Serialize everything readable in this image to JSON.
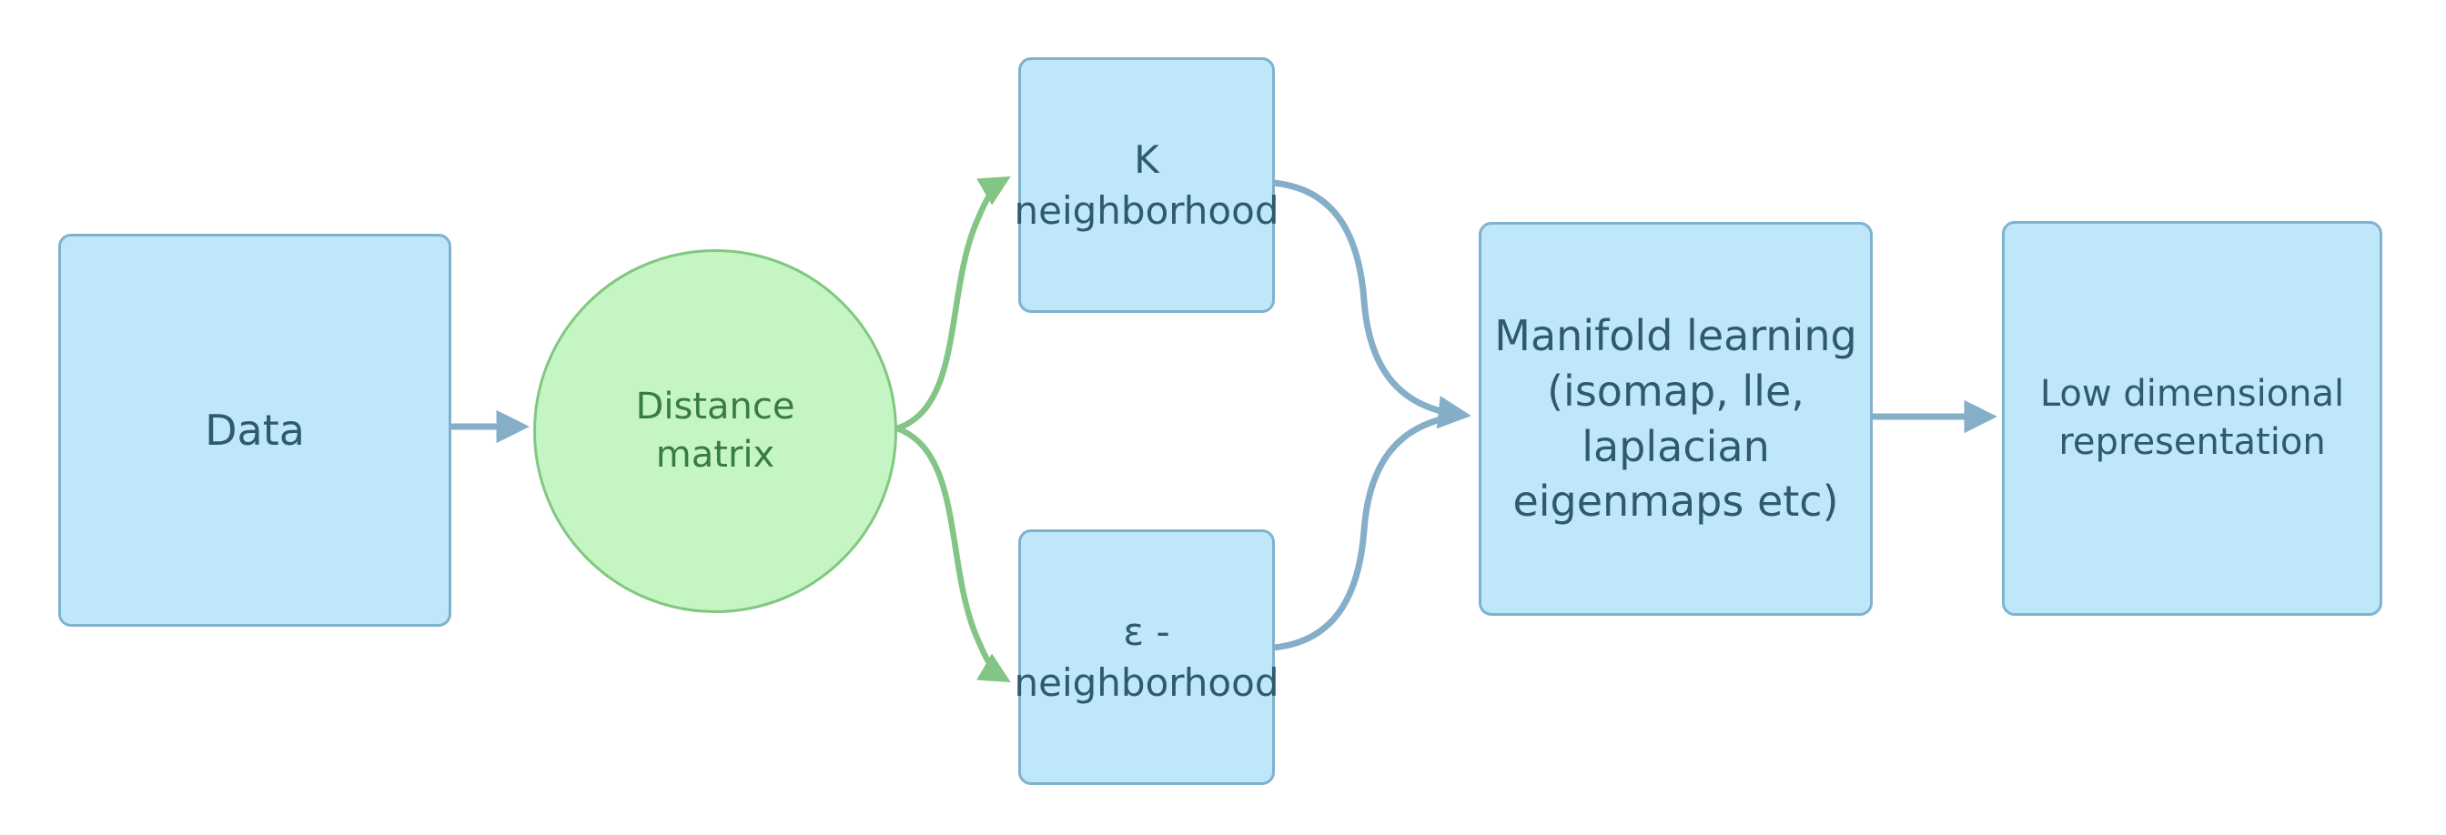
{
  "nodes": {
    "data": {
      "label": "Data",
      "shape": "rounded-rectangle",
      "fill": "#bee7fa"
    },
    "distance_matrix": {
      "label": "Distance\nmatrix",
      "shape": "circle",
      "fill": "#c5f5c2"
    },
    "k_neighborhood": {
      "label": "K\nneighborhood",
      "shape": "rounded-rectangle",
      "fill": "#bee7fa"
    },
    "epsilon_neighborhood": {
      "label": "ε -\nneighborhood",
      "shape": "rounded-rectangle",
      "fill": "#bee7fa"
    },
    "manifold_learning": {
      "label": "Manifold learning\n(isomap, lle,\nlaplacian\neigenmaps etc)",
      "shape": "rounded-rectangle",
      "fill": "#bee7fa"
    },
    "low_dimensional_representation": {
      "label": "Low dimensional\nrepresentation",
      "shape": "rounded-rectangle",
      "fill": "#bee7fa"
    }
  },
  "edges": [
    {
      "from": "data",
      "to": "distance_matrix",
      "color": "blue",
      "style": "straight-arrow"
    },
    {
      "from": "distance_matrix",
      "to": "k_neighborhood",
      "color": "green",
      "style": "curved-arrow"
    },
    {
      "from": "distance_matrix",
      "to": "epsilon_neighborhood",
      "color": "green",
      "style": "curved-arrow"
    },
    {
      "from": "k_neighborhood",
      "to": "manifold_learning",
      "color": "blue",
      "style": "curved-arrow"
    },
    {
      "from": "epsilon_neighborhood",
      "to": "manifold_learning",
      "color": "blue",
      "style": "curved-arrow"
    },
    {
      "from": "manifold_learning",
      "to": "low_dimensional_representation",
      "color": "blue",
      "style": "straight-arrow"
    }
  ],
  "colors": {
    "background": "#ffffff",
    "node_fill_blue": "#bee7fa",
    "node_stroke_blue": "#7fb2cf",
    "node_text_blue": "#2f5a6e",
    "node_fill_green": "#c5f5c2",
    "node_stroke_green": "#80c880",
    "node_text_green": "#377d42",
    "arrow_blue": "#85aec8",
    "arrow_green": "#82c585"
  }
}
